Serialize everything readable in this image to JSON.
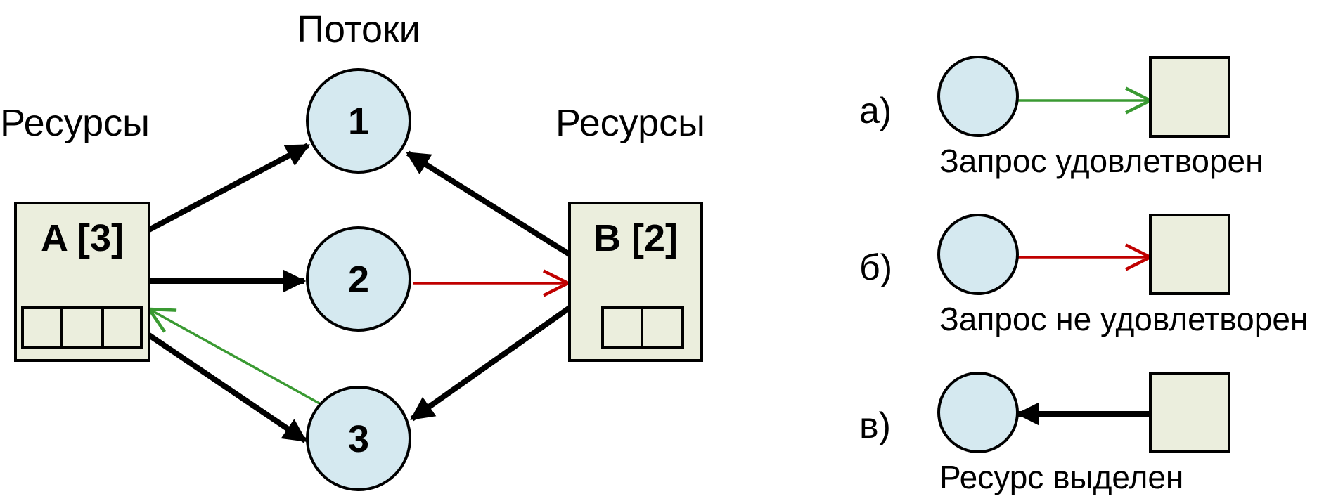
{
  "header": {
    "threads_label": "Потоки"
  },
  "left_resources_label": "Ресурсы",
  "right_resources_label": "Ресурсы",
  "resource_a": {
    "label": "A [3]",
    "slots": 3
  },
  "resource_b": {
    "label": "B [2]",
    "slots": 2
  },
  "threads": [
    {
      "id": "1",
      "label": "1"
    },
    {
      "id": "2",
      "label": "2"
    },
    {
      "id": "3",
      "label": "3"
    }
  ],
  "legend": [
    {
      "letter": "а)",
      "caption": "Запрос удовлетворен",
      "kind": "request-granted"
    },
    {
      "letter": "б)",
      "caption": "Запрос не удовлетворен",
      "kind": "request-denied"
    },
    {
      "letter": "в)",
      "caption": "Ресурс выделен",
      "kind": "resource-allocated"
    }
  ],
  "colors": {
    "thread_fill": "#d5e9f0",
    "resource_fill": "#ebeedd",
    "allocated_arrow": "#000000",
    "granted_arrow": "#3a9a32",
    "denied_arrow": "#c00000"
  }
}
